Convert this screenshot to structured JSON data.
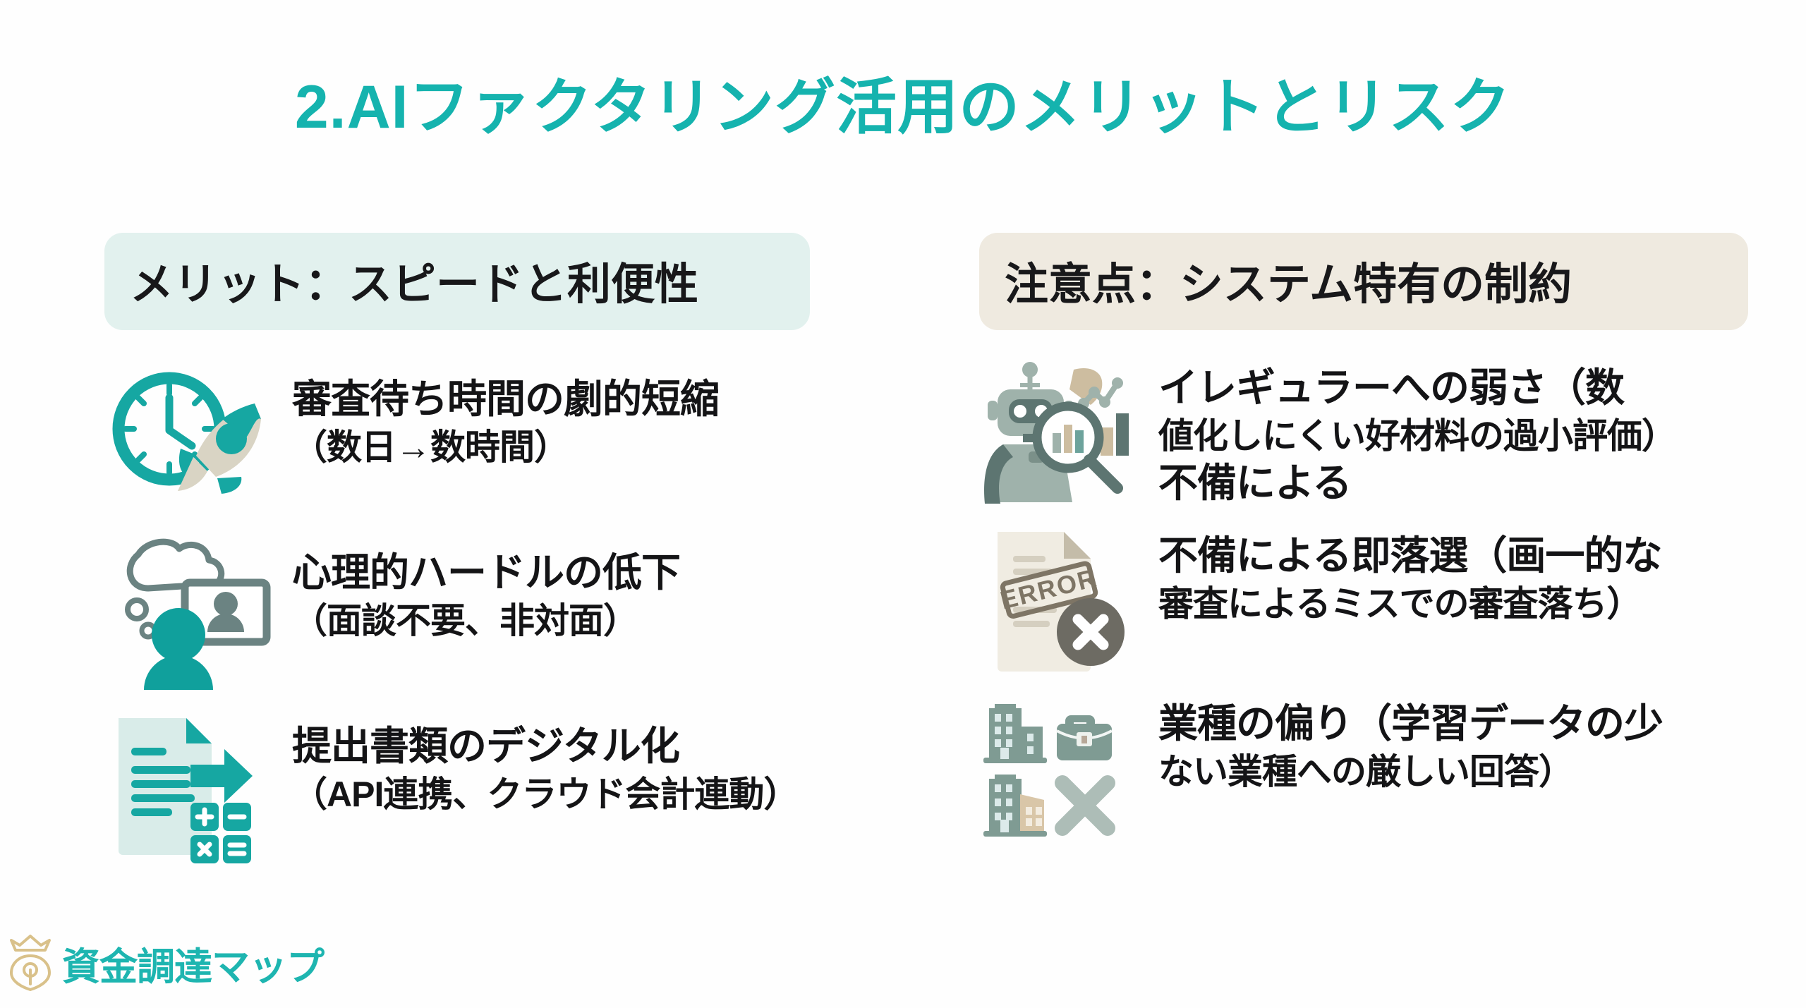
{
  "slide": {
    "title": "2.AIファクタリング活用のメリットとリスク",
    "accent_color": "#15b3ae",
    "background_color": "#ffffff"
  },
  "columns": [
    {
      "id": "merit",
      "header": "メリット：スピードと利便性",
      "header_bg": "#e2f1ee",
      "items": [
        {
          "icon": "clock-rocket-icon",
          "title": "審査待ち時間の劇的短縮",
          "sub": "（数日→数時間）"
        },
        {
          "icon": "thought-person-screen-icon",
          "title": "心理的ハードルの低下",
          "sub": "（面談不要、非対面）"
        },
        {
          "icon": "document-arrow-calculator-icon",
          "title": "提出書類のデジタル化",
          "sub": "（API連携、クラウド会計連動）"
        }
      ]
    },
    {
      "id": "caution",
      "header": "注意点：システム特有の制約",
      "header_bg": "#efeae0",
      "items": [
        {
          "icon": "robot-magnifier-chart-icon",
          "title": "イレギュラーへの弱さ（数",
          "sub": "値化しにくい好材料の過小評価）",
          "extra": "不備による"
        },
        {
          "icon": "error-document-icon",
          "title": "不備による即落選（画一的な",
          "sub": "審査によるミスでの審査落ち）"
        },
        {
          "icon": "buildings-briefcase-cross-icon",
          "title": "業種の偏り（学習データの少",
          "sub": "ない業種への厳しい回答）"
        }
      ]
    }
  ],
  "logo": {
    "text": "資金調達マップ",
    "mark": "crown-map-pin-icon",
    "text_color": "#1eb5b0",
    "mark_color": "#d9c18a"
  }
}
